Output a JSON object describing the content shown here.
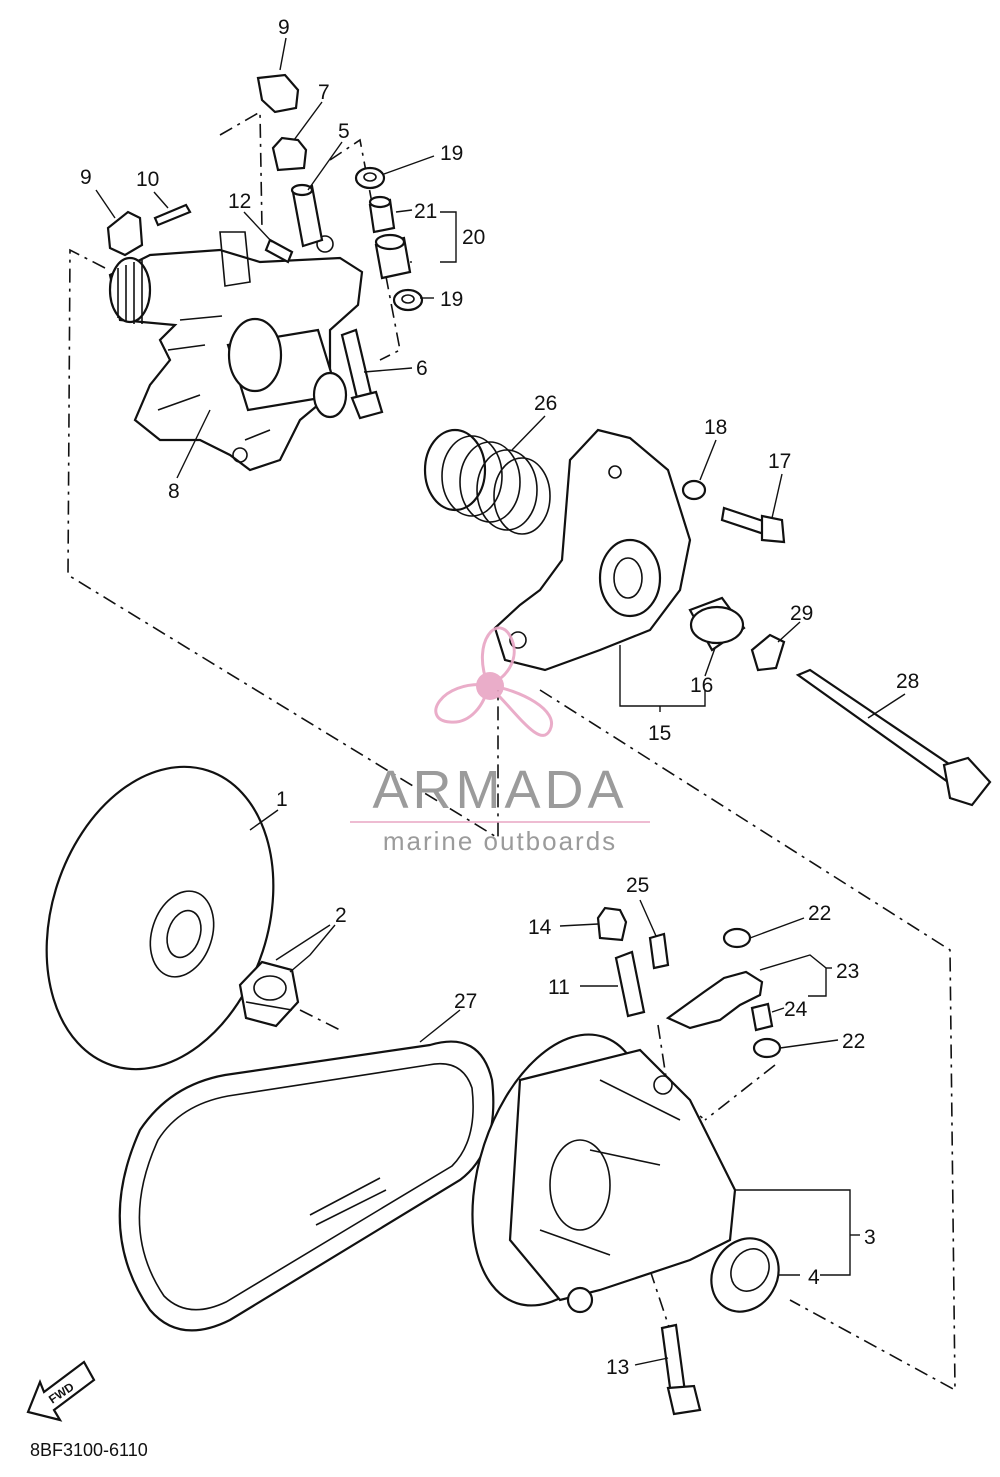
{
  "diagram": {
    "part_labels": {
      "p1": "1",
      "p2": "2",
      "p3": "3",
      "p4": "4",
      "p5": "5",
      "p6": "6",
      "p7": "7",
      "p8": "8",
      "p9a": "9",
      "p9b": "9",
      "p10": "10",
      "p11": "11",
      "p12": "12",
      "p13": "13",
      "p14": "14",
      "p15": "15",
      "p16": "16",
      "p17": "17",
      "p18": "18",
      "p19a": "19",
      "p19b": "19",
      "p20": "20",
      "p21": "21",
      "p22a": "22",
      "p22b": "22",
      "p23": "23",
      "p24": "24",
      "p25": "25",
      "p26": "26",
      "p27": "27",
      "p28": "28",
      "p29": "29"
    },
    "drawing_code": "8BF3100-6110",
    "fwd_label": "FWD"
  },
  "watermark": {
    "brand": "ARMADA",
    "tagline": "marine outboards",
    "colors": {
      "pink": "#e8a5c4",
      "grey": "#9b9b9b"
    }
  }
}
